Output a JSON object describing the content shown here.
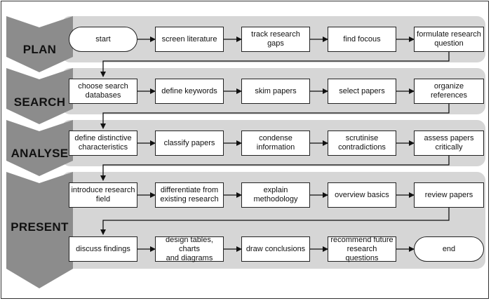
{
  "phases": [
    {
      "label": "PLAN",
      "steps": [
        "start",
        "screen literature",
        "track research gaps",
        "find focous",
        "formulate research\nquestion"
      ]
    },
    {
      "label": "SEARCH",
      "steps": [
        "choose search\ndatabases",
        "define keywords",
        "skim papers",
        "select papers",
        "organize references"
      ]
    },
    {
      "label": "ANALYSE",
      "steps": [
        "define distinctive\ncharacteristics",
        "classify papers",
        "condense\ninformation",
        "scrutinise\ncontradictions",
        "assess papers\ncritically"
      ]
    },
    {
      "label": "PRESENT",
      "steps": [
        "introduce research\nfield",
        "differentiate from\nexisting research",
        "explain\nmethodology",
        "overview basics",
        "review papers"
      ],
      "steps_row2": [
        "discuss findings",
        "design tables, charts\nand diagrams",
        "draw conclusions",
        "recommend future\nresearch questions",
        "end"
      ]
    }
  ],
  "colors": {
    "band": "#d6d6d6",
    "chevron": "#8c8c8c",
    "border": "#222222"
  }
}
